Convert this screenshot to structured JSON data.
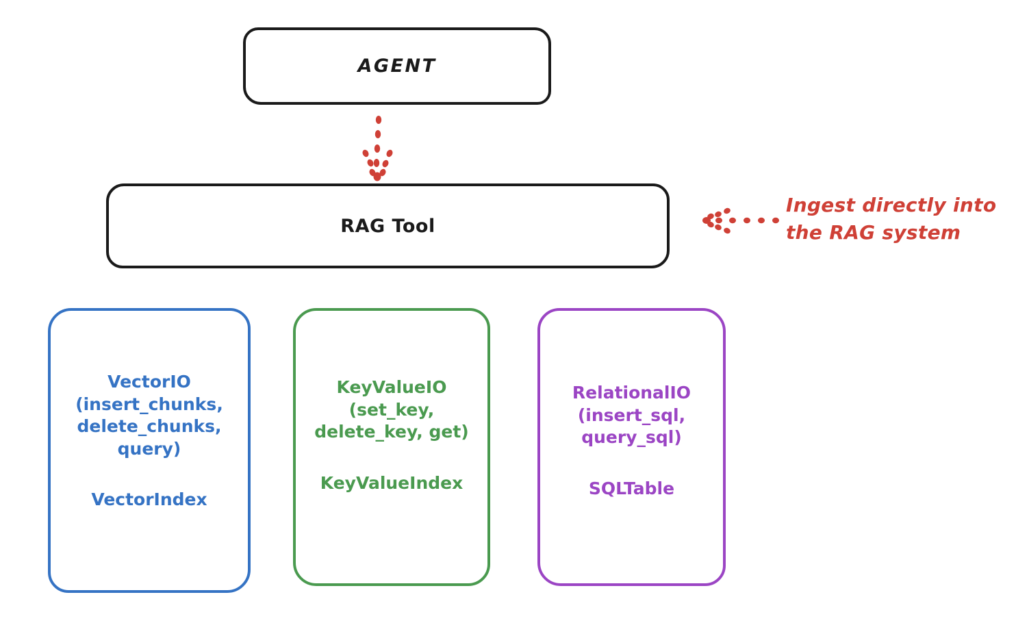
{
  "diagram": {
    "title_node": {
      "label": "AGENT"
    },
    "tool_node": {
      "label": "RAG Tool"
    },
    "annotation": {
      "text": "Ingest directly into\nthe RAG system",
      "color": "#cf4036"
    },
    "providers": [
      {
        "id": "vector",
        "api": "VectorIO\n(insert_chunks,\ndelete_chunks,\nquery)",
        "index": "VectorIndex",
        "color": "#3573c4"
      },
      {
        "id": "keyvalue",
        "api": "KeyValueIO\n(set_key,\ndelete_key, get)",
        "index": "KeyValueIndex",
        "color": "#4a9a4f"
      },
      {
        "id": "relational",
        "api": "RelationalIO\n(insert_sql,\nquery_sql)",
        "index": "SQLTable",
        "color": "#9b45c4"
      }
    ],
    "connectors": [
      {
        "id": "agent-to-rag",
        "style": "dotted-arrow",
        "direction": "down",
        "color": "#cf4036"
      },
      {
        "id": "ingest-to-rag",
        "style": "dotted-arrow",
        "direction": "left",
        "color": "#cf4036"
      }
    ]
  }
}
